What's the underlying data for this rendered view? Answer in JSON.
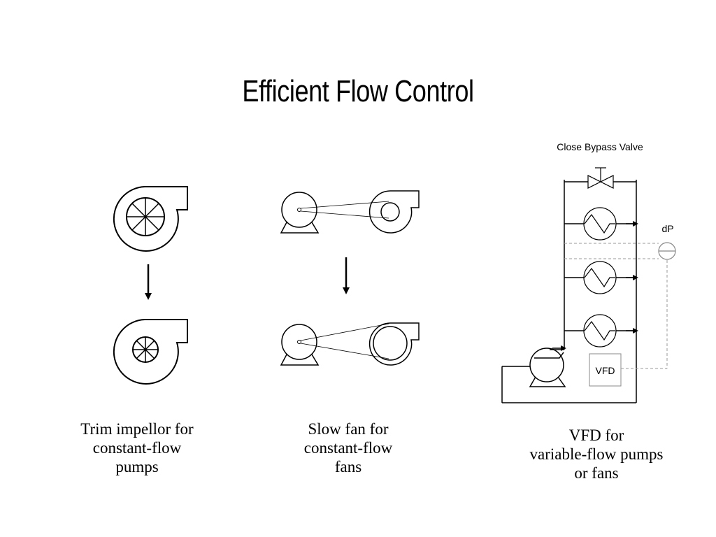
{
  "title": "Efficient Flow Control",
  "labels": {
    "bypass_valve": "Close Bypass Valve",
    "dp": "dP",
    "vfd": "VFD"
  },
  "captions": {
    "trim": [
      "Trim impellor for",
      "constant-flow",
      "pumps"
    ],
    "slow_fan": [
      "Slow fan for",
      "constant-flow",
      "fans"
    ],
    "vfd": [
      "VFD for",
      "variable-flow pumps",
      "or fans"
    ]
  }
}
